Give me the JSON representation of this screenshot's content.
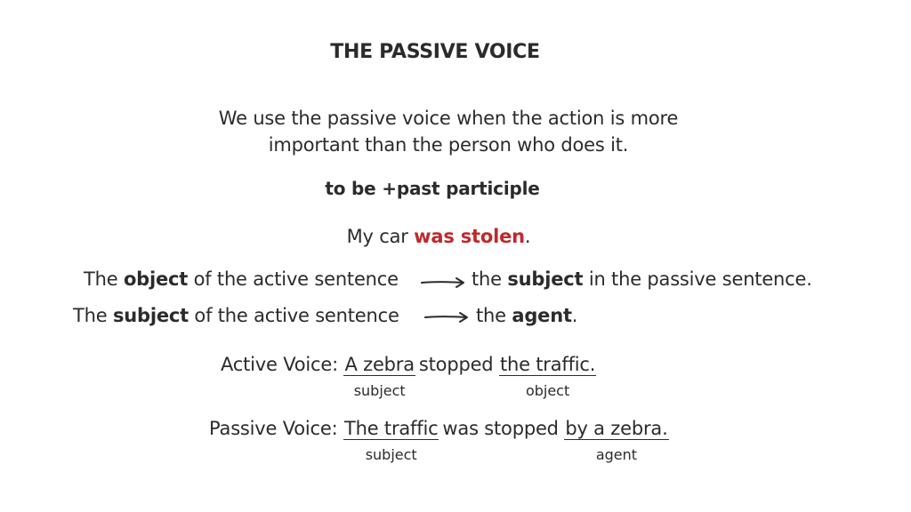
{
  "title": "THE PASSIVE VOICE",
  "intro": {
    "line1": "We use the passive voice when the action is more",
    "line2": "important than the person who does it."
  },
  "formula": "to be +past participle",
  "example": {
    "before": "My car ",
    "highlight": "was stolen",
    "after": ".",
    "highlight_color": "#c0282b"
  },
  "rules": [
    {
      "left_prefix": "The ",
      "left_bold": "object",
      "left_suffix": " of the active sentence",
      "arrow_icon": "arrow-right-icon",
      "right_prefix": "the ",
      "right_bold": "subject",
      "right_suffix": " in the passive sentence."
    },
    {
      "left_prefix": "The ",
      "left_bold": "subject",
      "left_suffix": " of the active sentence",
      "arrow_icon": "arrow-right-icon",
      "right_prefix": "the ",
      "right_bold": "agent",
      "right_suffix": "."
    }
  ],
  "active": {
    "label": "Active Voice:",
    "phrase1": "A zebra",
    "phrase1_caption": "subject",
    "verb": "stopped",
    "phrase2": "the traffic.",
    "phrase2_caption": "object"
  },
  "passive": {
    "label": "Passive Voice:",
    "phrase1": "The traffic",
    "phrase1_caption": "subject",
    "verb": "was stopped",
    "phrase2": "by a zebra.",
    "phrase2_caption": "agent"
  }
}
